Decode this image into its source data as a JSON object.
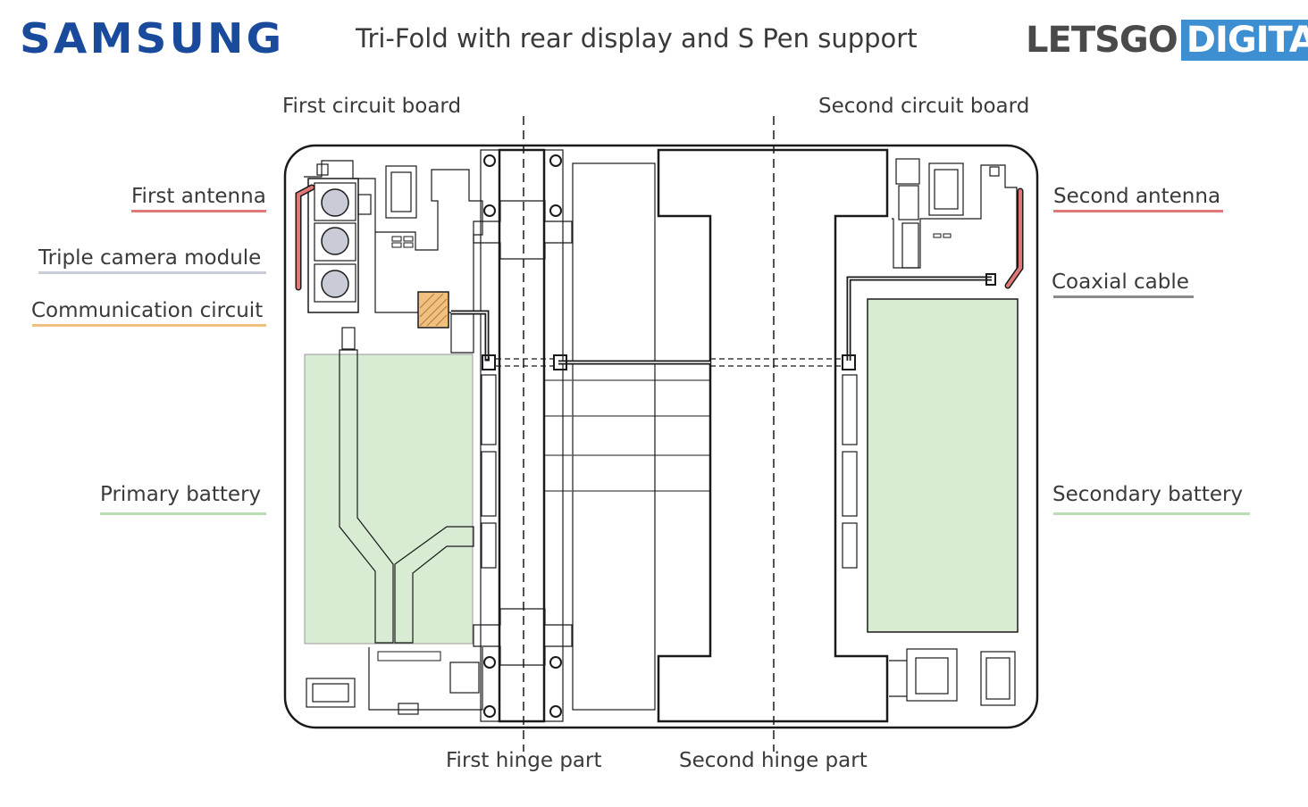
{
  "header": {
    "brand_left": "SAMSUNG",
    "title": "Tri-Fold with rear display and S Pen support",
    "brand_right_dark": "LETSGO",
    "brand_right_box": "DIGITAL"
  },
  "labels": {
    "first_circuit_board": "First circuit board",
    "second_circuit_board": "Second circuit board",
    "first_antenna": "First antenna",
    "triple_camera_module": "Triple camera module",
    "communication_circuit": "Communication circuit",
    "primary_battery": "Primary battery",
    "second_antenna": "Second antenna",
    "coaxial_cable": "Coaxial cable",
    "secondary_battery": "Secondary battery",
    "first_hinge_part": "First hinge part",
    "second_hinge_part": "Second hinge part"
  },
  "colors": {
    "samsung_blue": "#1a4a9c",
    "lgd_blue": "#3d8fd1",
    "antenna": "#e07878",
    "communication": "#f0c080",
    "battery": "#d8ecd3",
    "cable": "#8a8a8a",
    "outline": "#1a1a1a"
  }
}
